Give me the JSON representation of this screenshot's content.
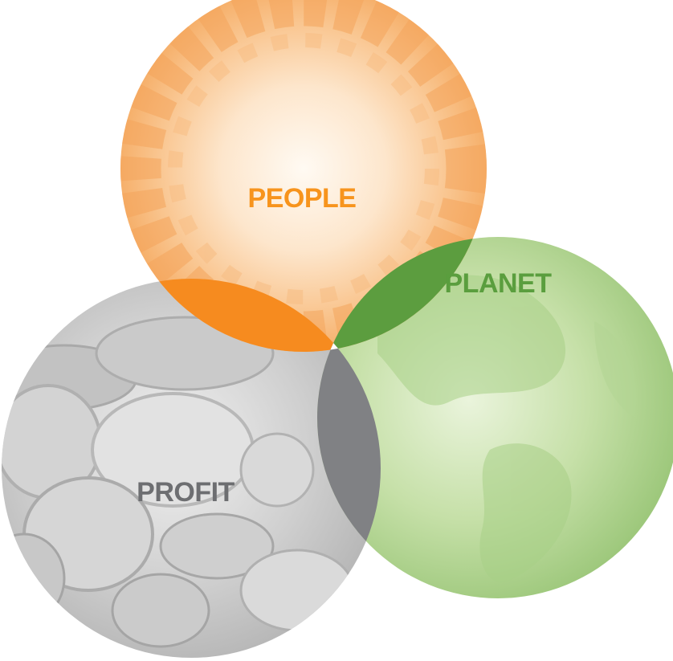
{
  "circles": {
    "people": {
      "label": "PEOPLE",
      "color": "#f7941d"
    },
    "planet": {
      "label": "PLANET",
      "color": "#5a9e3e"
    },
    "profit": {
      "label": "PROFIT",
      "color": "#6d6e71"
    }
  },
  "overlaps": {
    "people_profit": "#f68b1f",
    "people_planet": "#5c9d3f",
    "planet_profit": "#808184"
  }
}
